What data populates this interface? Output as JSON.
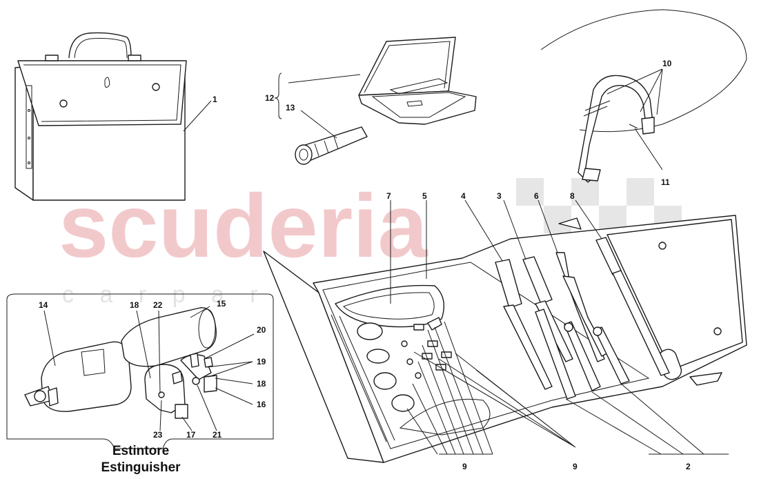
{
  "watermark": {
    "brand": "scuderia",
    "tagline": "c a r   p a r t s"
  },
  "inset": {
    "title_it": "Estintore",
    "title_en": "Estinguisher"
  },
  "callouts": {
    "c1": "1",
    "c2": "2",
    "c3": "3",
    "c4": "4",
    "c5": "5",
    "c6": "6",
    "c7": "7",
    "c8": "8",
    "c9a": "9",
    "c9b": "9",
    "c10": "10",
    "c11": "11",
    "c12": "12",
    "c13": "13",
    "c14": "14",
    "c15": "15",
    "c16": "16",
    "c17": "17",
    "c18a": "18",
    "c18b": "18",
    "c19": "19",
    "c20": "20",
    "c21": "21",
    "c22": "22",
    "c23": "23"
  }
}
